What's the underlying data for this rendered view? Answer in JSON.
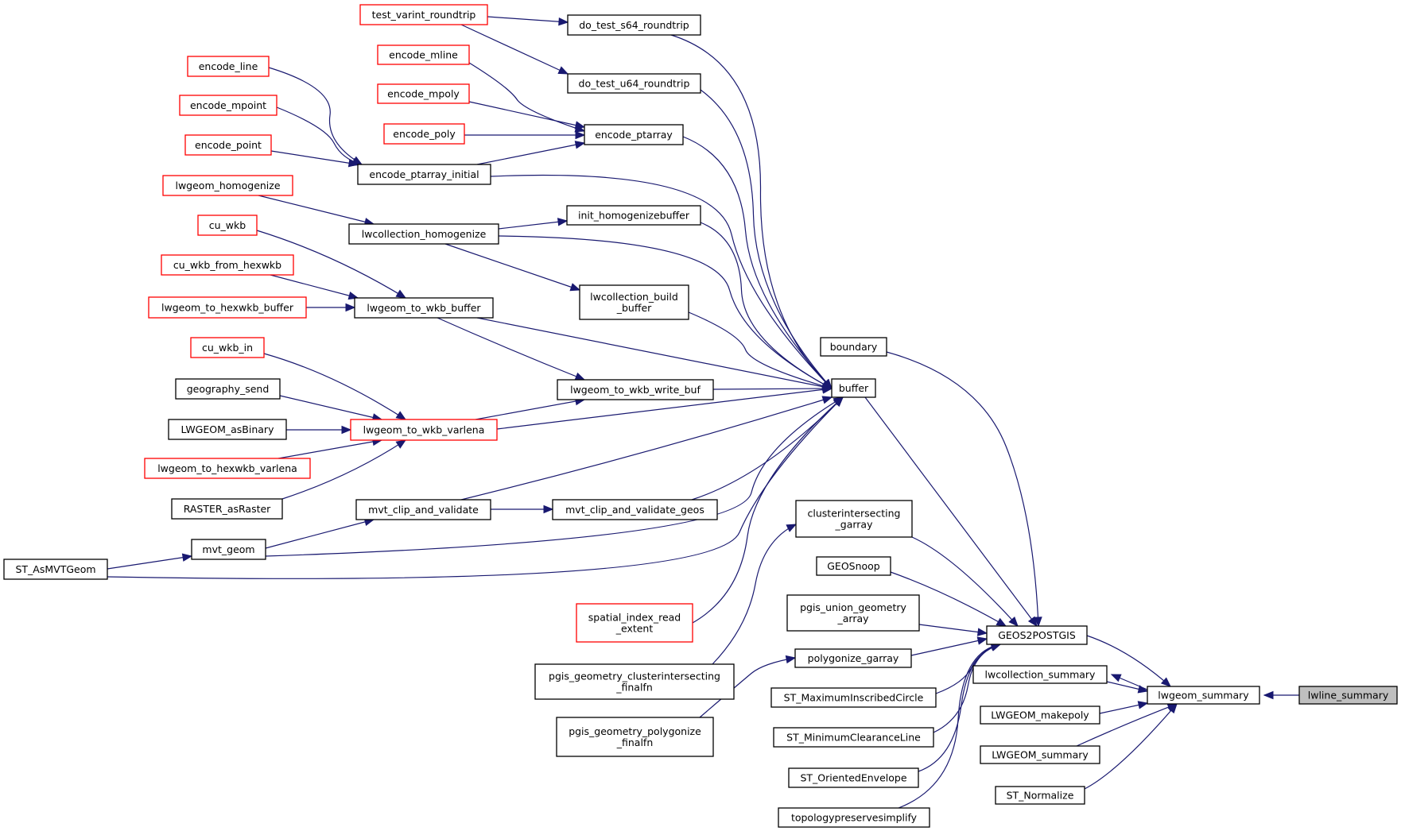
{
  "colors": {
    "edge": "#191970",
    "node_border": "#000000",
    "truncated_border": "#ff0000",
    "highlight_fill": "#bfbfbf",
    "node_fill": "#ffffff"
  },
  "nodes": [
    {
      "id": "lwline_summary",
      "lines": [
        "lwline_summary"
      ],
      "style": "highlight"
    },
    {
      "id": "lwgeom_summary",
      "lines": [
        "lwgeom_summary"
      ],
      "style": "normal"
    },
    {
      "id": "GEOS2POSTGIS",
      "lines": [
        "GEOS2POSTGIS"
      ],
      "style": "normal"
    },
    {
      "id": "lwcollection_summary",
      "lines": [
        "lwcollection_summary"
      ],
      "style": "normal"
    },
    {
      "id": "LWGEOM_makepoly",
      "lines": [
        "LWGEOM_makepoly"
      ],
      "style": "normal"
    },
    {
      "id": "LWGEOM_summary",
      "lines": [
        "LWGEOM_summary"
      ],
      "style": "normal"
    },
    {
      "id": "ST_Normalize",
      "lines": [
        "ST_Normalize"
      ],
      "style": "normal"
    },
    {
      "id": "boundary",
      "lines": [
        "boundary"
      ],
      "style": "normal"
    },
    {
      "id": "buffer",
      "lines": [
        "buffer"
      ],
      "style": "normal"
    },
    {
      "id": "clusterintersecting_garray",
      "lines": [
        "clusterintersecting",
        "_garray"
      ],
      "style": "normal"
    },
    {
      "id": "GEOSnoop",
      "lines": [
        "GEOSnoop"
      ],
      "style": "normal"
    },
    {
      "id": "pgis_union_geometry_array",
      "lines": [
        "pgis_union_geometry",
        "_array"
      ],
      "style": "normal"
    },
    {
      "id": "polygonize_garray",
      "lines": [
        "polygonize_garray"
      ],
      "style": "normal"
    },
    {
      "id": "ST_MaximumInscribedCircle",
      "lines": [
        "ST_MaximumInscribedCircle"
      ],
      "style": "normal"
    },
    {
      "id": "ST_MinimumClearanceLine",
      "lines": [
        "ST_MinimumClearanceLine"
      ],
      "style": "normal"
    },
    {
      "id": "ST_OrientedEnvelope",
      "lines": [
        "ST_OrientedEnvelope"
      ],
      "style": "normal"
    },
    {
      "id": "topologypreservesimplify",
      "lines": [
        "topologypreservesimplify"
      ],
      "style": "normal"
    },
    {
      "id": "do_test_s64_roundtrip",
      "lines": [
        "do_test_s64_roundtrip"
      ],
      "style": "normal"
    },
    {
      "id": "do_test_u64_roundtrip",
      "lines": [
        "do_test_u64_roundtrip"
      ],
      "style": "normal"
    },
    {
      "id": "encode_ptarray",
      "lines": [
        "encode_ptarray"
      ],
      "style": "normal"
    },
    {
      "id": "encode_ptarray_initial",
      "lines": [
        "encode_ptarray_initial"
      ],
      "style": "normal"
    },
    {
      "id": "init_homogenizebuffer",
      "lines": [
        "init_homogenizebuffer"
      ],
      "style": "normal"
    },
    {
      "id": "lwcollection_homogenize",
      "lines": [
        "lwcollection_homogenize"
      ],
      "style": "normal"
    },
    {
      "id": "lwcollection_build_buffer",
      "lines": [
        "lwcollection_build",
        "_buffer"
      ],
      "style": "normal"
    },
    {
      "id": "lwgeom_to_wkb_buffer",
      "lines": [
        "lwgeom_to_wkb_buffer"
      ],
      "style": "normal"
    },
    {
      "id": "lwgeom_to_wkb_write_buf",
      "lines": [
        "lwgeom_to_wkb_write_buf"
      ],
      "style": "normal"
    },
    {
      "id": "lwgeom_to_wkb_varlena",
      "lines": [
        "lwgeom_to_wkb_varlena"
      ],
      "style": "truncated"
    },
    {
      "id": "mvt_clip_and_validate_geos",
      "lines": [
        "mvt_clip_and_validate_geos"
      ],
      "style": "normal"
    },
    {
      "id": "mvt_clip_and_validate",
      "lines": [
        "mvt_clip_and_validate"
      ],
      "style": "normal"
    },
    {
      "id": "mvt_geom",
      "lines": [
        "mvt_geom"
      ],
      "style": "normal"
    },
    {
      "id": "ST_AsMVTGeom",
      "lines": [
        "ST_AsMVTGeom"
      ],
      "style": "normal"
    },
    {
      "id": "spatial_index_read_extent",
      "lines": [
        "spatial_index_read",
        "_extent"
      ],
      "style": "truncated"
    },
    {
      "id": "pgis_geometry_clusterintersecting_finalfn",
      "lines": [
        "pgis_geometry_clusterintersecting",
        "_finalfn"
      ],
      "style": "normal"
    },
    {
      "id": "pgis_geometry_polygonize_finalfn",
      "lines": [
        "pgis_geometry_polygonize",
        "_finalfn"
      ],
      "style": "normal"
    },
    {
      "id": "test_varint_roundtrip",
      "lines": [
        "test_varint_roundtrip"
      ],
      "style": "truncated"
    },
    {
      "id": "encode_mline",
      "lines": [
        "encode_mline"
      ],
      "style": "truncated"
    },
    {
      "id": "encode_mpoly",
      "lines": [
        "encode_mpoly"
      ],
      "style": "truncated"
    },
    {
      "id": "encode_poly",
      "lines": [
        "encode_poly"
      ],
      "style": "truncated"
    },
    {
      "id": "encode_line",
      "lines": [
        "encode_line"
      ],
      "style": "truncated"
    },
    {
      "id": "encode_mpoint",
      "lines": [
        "encode_mpoint"
      ],
      "style": "truncated"
    },
    {
      "id": "encode_point",
      "lines": [
        "encode_point"
      ],
      "style": "truncated"
    },
    {
      "id": "lwgeom_homogenize",
      "lines": [
        "lwgeom_homogenize"
      ],
      "style": "truncated"
    },
    {
      "id": "cu_wkb",
      "lines": [
        "cu_wkb"
      ],
      "style": "truncated"
    },
    {
      "id": "cu_wkb_from_hexwkb",
      "lines": [
        "cu_wkb_from_hexwkb"
      ],
      "style": "truncated"
    },
    {
      "id": "lwgeom_to_hexwkb_buffer",
      "lines": [
        "lwgeom_to_hexwkb_buffer"
      ],
      "style": "truncated"
    },
    {
      "id": "cu_wkb_in",
      "lines": [
        "cu_wkb_in"
      ],
      "style": "truncated"
    },
    {
      "id": "geography_send",
      "lines": [
        "geography_send"
      ],
      "style": "normal"
    },
    {
      "id": "LWGEOM_asBinary",
      "lines": [
        "LWGEOM_asBinary"
      ],
      "style": "normal"
    },
    {
      "id": "lwgeom_to_hexwkb_varlena",
      "lines": [
        "lwgeom_to_hexwkb_varlena"
      ],
      "style": "truncated"
    },
    {
      "id": "RASTER_asRaster",
      "lines": [
        "RASTER_asRaster"
      ],
      "style": "normal"
    }
  ],
  "edges": [
    {
      "from": "lwgeom_summary",
      "to": "lwline_summary"
    },
    {
      "from": "GEOS2POSTGIS",
      "to": "lwgeom_summary"
    },
    {
      "from": "lwcollection_summary",
      "to": "lwgeom_summary"
    },
    {
      "from": "lwgeom_summary",
      "to": "lwcollection_summary"
    },
    {
      "from": "LWGEOM_makepoly",
      "to": "lwgeom_summary"
    },
    {
      "from": "LWGEOM_summary",
      "to": "lwgeom_summary"
    },
    {
      "from": "ST_Normalize",
      "to": "lwgeom_summary"
    },
    {
      "from": "boundary",
      "to": "GEOS2POSTGIS"
    },
    {
      "from": "buffer",
      "to": "GEOS2POSTGIS"
    },
    {
      "from": "clusterintersecting_garray",
      "to": "GEOS2POSTGIS"
    },
    {
      "from": "GEOSnoop",
      "to": "GEOS2POSTGIS"
    },
    {
      "from": "pgis_union_geometry_array",
      "to": "GEOS2POSTGIS"
    },
    {
      "from": "polygonize_garray",
      "to": "GEOS2POSTGIS"
    },
    {
      "from": "ST_MaximumInscribedCircle",
      "to": "GEOS2POSTGIS"
    },
    {
      "from": "ST_MinimumClearanceLine",
      "to": "GEOS2POSTGIS"
    },
    {
      "from": "ST_OrientedEnvelope",
      "to": "GEOS2POSTGIS"
    },
    {
      "from": "topologypreservesimplify",
      "to": "GEOS2POSTGIS"
    },
    {
      "from": "do_test_s64_roundtrip",
      "to": "buffer"
    },
    {
      "from": "do_test_u64_roundtrip",
      "to": "buffer"
    },
    {
      "from": "encode_ptarray",
      "to": "buffer"
    },
    {
      "from": "encode_ptarray_initial",
      "to": "buffer"
    },
    {
      "from": "init_homogenizebuffer",
      "to": "buffer"
    },
    {
      "from": "lwcollection_homogenize",
      "to": "buffer"
    },
    {
      "from": "lwcollection_build_buffer",
      "to": "buffer"
    },
    {
      "from": "lwgeom_to_wkb_buffer",
      "to": "buffer"
    },
    {
      "from": "lwgeom_to_wkb_write_buf",
      "to": "buffer"
    },
    {
      "from": "lwgeom_to_wkb_varlena",
      "to": "buffer"
    },
    {
      "from": "mvt_clip_and_validate",
      "to": "buffer"
    },
    {
      "from": "mvt_clip_and_validate_geos",
      "to": "buffer"
    },
    {
      "from": "mvt_geom",
      "to": "buffer"
    },
    {
      "from": "ST_AsMVTGeom",
      "to": "buffer"
    },
    {
      "from": "spatial_index_read_extent",
      "to": "buffer"
    },
    {
      "from": "pgis_geometry_clusterintersecting_finalfn",
      "to": "clusterintersecting_garray"
    },
    {
      "from": "pgis_geometry_polygonize_finalfn",
      "to": "polygonize_garray"
    },
    {
      "from": "test_varint_roundtrip",
      "to": "do_test_s64_roundtrip"
    },
    {
      "from": "test_varint_roundtrip",
      "to": "do_test_u64_roundtrip"
    },
    {
      "from": "encode_mline",
      "to": "encode_ptarray"
    },
    {
      "from": "encode_mpoly",
      "to": "encode_ptarray"
    },
    {
      "from": "encode_poly",
      "to": "encode_ptarray"
    },
    {
      "from": "encode_ptarray_initial",
      "to": "encode_ptarray"
    },
    {
      "from": "encode_line",
      "to": "encode_ptarray_initial"
    },
    {
      "from": "encode_mpoint",
      "to": "encode_ptarray_initial"
    },
    {
      "from": "encode_point",
      "to": "encode_ptarray_initial"
    },
    {
      "from": "lwcollection_homogenize",
      "to": "init_homogenizebuffer"
    },
    {
      "from": "lwgeom_homogenize",
      "to": "lwcollection_homogenize"
    },
    {
      "from": "lwcollection_homogenize",
      "to": "lwcollection_build_buffer"
    },
    {
      "from": "cu_wkb",
      "to": "lwgeom_to_wkb_buffer"
    },
    {
      "from": "cu_wkb_from_hexwkb",
      "to": "lwgeom_to_wkb_buffer"
    },
    {
      "from": "lwgeom_to_hexwkb_buffer",
      "to": "lwgeom_to_wkb_buffer"
    },
    {
      "from": "lwgeom_to_wkb_buffer",
      "to": "lwgeom_to_wkb_write_buf"
    },
    {
      "from": "lwgeom_to_wkb_varlena",
      "to": "lwgeom_to_wkb_write_buf"
    },
    {
      "from": "cu_wkb_in",
      "to": "lwgeom_to_wkb_varlena"
    },
    {
      "from": "geography_send",
      "to": "lwgeom_to_wkb_varlena"
    },
    {
      "from": "LWGEOM_asBinary",
      "to": "lwgeom_to_wkb_varlena"
    },
    {
      "from": "lwgeom_to_hexwkb_varlena",
      "to": "lwgeom_to_wkb_varlena"
    },
    {
      "from": "RASTER_asRaster",
      "to": "lwgeom_to_wkb_varlena"
    },
    {
      "from": "mvt_clip_and_validate",
      "to": "mvt_clip_and_validate_geos"
    },
    {
      "from": "mvt_geom",
      "to": "mvt_clip_and_validate"
    },
    {
      "from": "ST_AsMVTGeom",
      "to": "mvt_geom"
    }
  ]
}
